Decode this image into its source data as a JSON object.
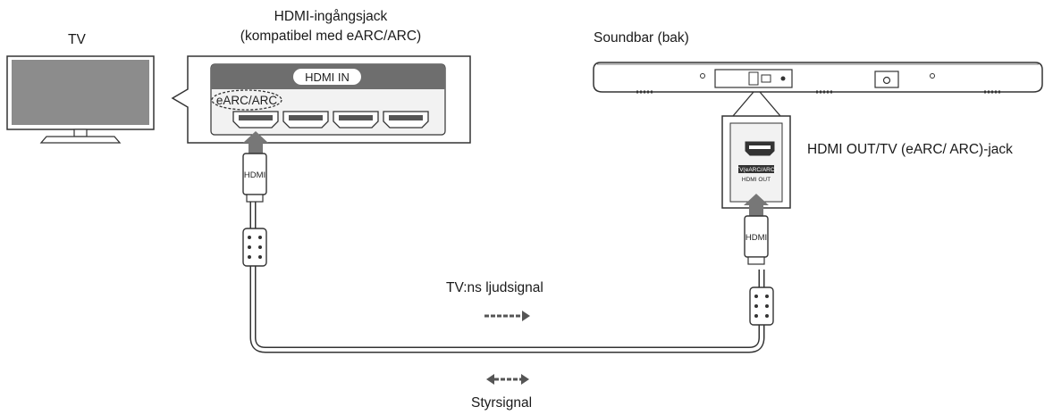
{
  "labels": {
    "tv": "TV",
    "hdmi_input_title_line1": "HDMI-ingångsjack",
    "hdmi_input_title_line2": "(kompatibel med eARC/ARC)",
    "soundbar": "Soundbar (bak)",
    "hdmi_out_jack": "HDMI OUT/TV (eARC/ ARC)-jack",
    "tv_audio_signal": "TV:ns ljudsignal",
    "control_signal": "Styrsignal"
  },
  "tv_panel": {
    "header": "HDMI IN",
    "earc_port_label": "eARC/ARC"
  },
  "soundbar_panel": {
    "jack_label_line1": "TV(eARC/ARC)",
    "jack_label_line2": "HDMI OUT"
  },
  "cable": {
    "plug_label_left": "HDMI",
    "plug_label_right": "HDMI"
  },
  "colors": {
    "line": "#333333",
    "panel_fill": "#f2f2f2",
    "header_fill": "#6e6e6e",
    "screen_fill": "#8c8c8c",
    "arrow": "#777777"
  }
}
